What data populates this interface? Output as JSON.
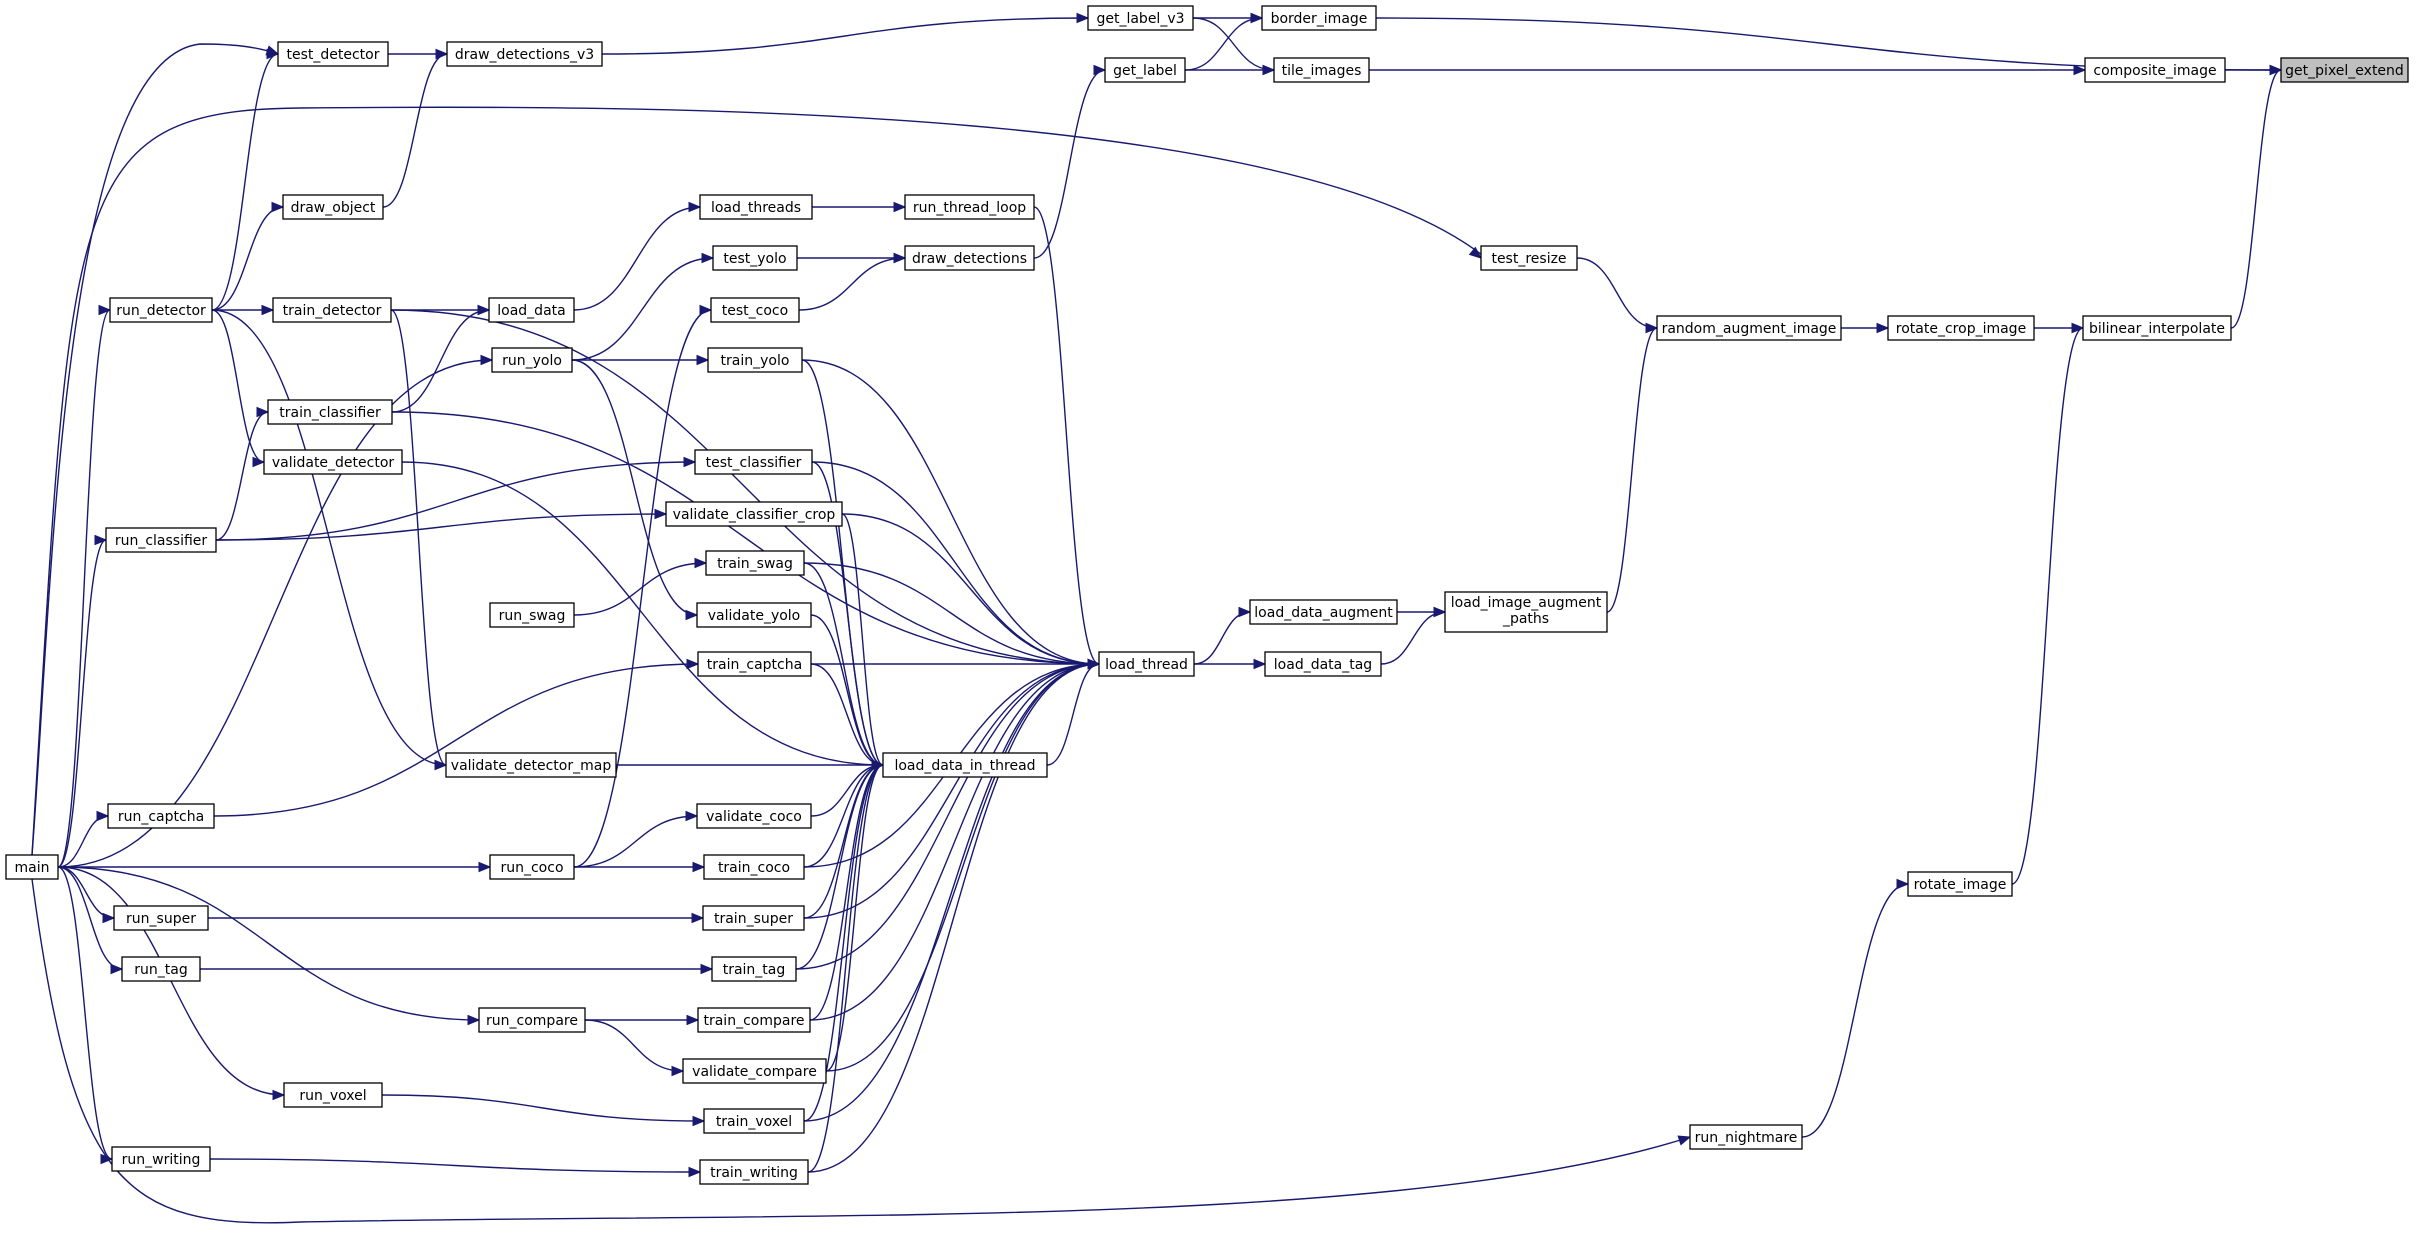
{
  "diagram": {
    "highlight": "get_pixel_extend",
    "colors": {
      "edge": "#191970",
      "node_border": "#000000",
      "node_fill": "#ffffff",
      "highlight_fill": "#bfbfbf"
    },
    "nodes": [
      {
        "id": "get_pixel_extend",
        "label": "get_pixel_extend"
      },
      {
        "id": "border_image",
        "label": "border_image"
      },
      {
        "id": "composite_image",
        "label": "composite_image"
      },
      {
        "id": "bilinear_interpolate",
        "label": "bilinear_interpolate"
      },
      {
        "id": "get_label_v3",
        "label": "get_label_v3"
      },
      {
        "id": "tile_images",
        "label": "tile_images"
      },
      {
        "id": "get_label",
        "label": "get_label"
      },
      {
        "id": "rotate_crop_image",
        "label": "rotate_crop_image"
      },
      {
        "id": "rotate_image",
        "label": "rotate_image"
      },
      {
        "id": "run_nightmare",
        "label": "run_nightmare"
      },
      {
        "id": "random_augment_image",
        "label": "random_augment_image"
      },
      {
        "id": "test_resize",
        "label": "test_resize"
      },
      {
        "id": "load_image_augment_paths",
        "label": "load_image_augment\n_paths"
      },
      {
        "id": "load_data_augment",
        "label": "load_data_augment"
      },
      {
        "id": "load_data_tag",
        "label": "load_data_tag"
      },
      {
        "id": "load_thread",
        "label": "load_thread"
      },
      {
        "id": "load_data_in_thread",
        "label": "load_data_in_thread"
      },
      {
        "id": "draw_detections_v3",
        "label": "draw_detections_v3"
      },
      {
        "id": "test_detector",
        "label": "test_detector"
      },
      {
        "id": "draw_object",
        "label": "draw_object"
      },
      {
        "id": "run_detector",
        "label": "run_detector"
      },
      {
        "id": "main",
        "label": "main"
      },
      {
        "id": "draw_detections",
        "label": "draw_detections"
      },
      {
        "id": "run_thread_loop",
        "label": "run_thread_loop"
      },
      {
        "id": "load_threads",
        "label": "load_threads"
      },
      {
        "id": "load_data",
        "label": "load_data"
      },
      {
        "id": "train_detector",
        "label": "train_detector"
      },
      {
        "id": "train_classifier",
        "label": "train_classifier"
      },
      {
        "id": "run_classifier",
        "label": "run_classifier"
      },
      {
        "id": "test_yolo",
        "label": "test_yolo"
      },
      {
        "id": "test_coco",
        "label": "test_coco"
      },
      {
        "id": "run_yolo",
        "label": "run_yolo"
      },
      {
        "id": "run_coco",
        "label": "run_coco"
      },
      {
        "id": "train_yolo",
        "label": "train_yolo"
      },
      {
        "id": "validate_detector",
        "label": "validate_detector"
      },
      {
        "id": "test_classifier",
        "label": "test_classifier"
      },
      {
        "id": "validate_classifier_crop",
        "label": "validate_classifier_crop"
      },
      {
        "id": "train_swag",
        "label": "train_swag"
      },
      {
        "id": "run_swag",
        "label": "run_swag"
      },
      {
        "id": "validate_yolo",
        "label": "validate_yolo"
      },
      {
        "id": "train_captcha",
        "label": "train_captcha"
      },
      {
        "id": "run_captcha",
        "label": "run_captcha"
      },
      {
        "id": "validate_detector_map",
        "label": "validate_detector_map"
      },
      {
        "id": "validate_coco",
        "label": "validate_coco"
      },
      {
        "id": "train_coco",
        "label": "train_coco"
      },
      {
        "id": "train_super",
        "label": "train_super"
      },
      {
        "id": "run_super",
        "label": "run_super"
      },
      {
        "id": "train_tag",
        "label": "train_tag"
      },
      {
        "id": "run_tag",
        "label": "run_tag"
      },
      {
        "id": "train_compare",
        "label": "train_compare"
      },
      {
        "id": "run_compare",
        "label": "run_compare"
      },
      {
        "id": "validate_compare",
        "label": "validate_compare"
      },
      {
        "id": "train_voxel",
        "label": "train_voxel"
      },
      {
        "id": "run_voxel",
        "label": "run_voxel"
      },
      {
        "id": "train_writing",
        "label": "train_writing"
      },
      {
        "id": "run_writing",
        "label": "run_writing"
      }
    ],
    "edges": [
      {
        "from": "border_image",
        "to": "get_pixel_extend"
      },
      {
        "from": "composite_image",
        "to": "get_pixel_extend"
      },
      {
        "from": "bilinear_interpolate",
        "to": "get_pixel_extend"
      },
      {
        "from": "tile_images",
        "to": "composite_image"
      },
      {
        "from": "get_label_v3",
        "to": "border_image"
      },
      {
        "from": "get_label",
        "to": "border_image"
      },
      {
        "from": "get_label_v3",
        "to": "tile_images"
      },
      {
        "from": "get_label",
        "to": "tile_images"
      },
      {
        "from": "rotate_crop_image",
        "to": "bilinear_interpolate"
      },
      {
        "from": "rotate_image",
        "to": "bilinear_interpolate"
      },
      {
        "from": "run_nightmare",
        "to": "rotate_image"
      },
      {
        "from": "random_augment_image",
        "to": "rotate_crop_image"
      },
      {
        "from": "test_resize",
        "to": "random_augment_image"
      },
      {
        "from": "load_image_augment_paths",
        "to": "random_augment_image"
      },
      {
        "from": "load_data_augment",
        "to": "load_image_augment_paths"
      },
      {
        "from": "load_data_tag",
        "to": "load_image_augment_paths"
      },
      {
        "from": "load_thread",
        "to": "load_data_augment"
      },
      {
        "from": "load_thread",
        "to": "load_data_tag"
      },
      {
        "from": "load_data_in_thread",
        "to": "load_thread"
      },
      {
        "from": "draw_detections_v3",
        "to": "get_label_v3"
      },
      {
        "from": "test_detector",
        "to": "draw_detections_v3"
      },
      {
        "from": "draw_object",
        "to": "draw_detections_v3"
      },
      {
        "from": "run_detector",
        "to": "test_detector"
      },
      {
        "from": "main",
        "to": "test_detector"
      },
      {
        "from": "run_detector",
        "to": "draw_object"
      },
      {
        "from": "main",
        "to": "run_detector"
      },
      {
        "from": "draw_detections",
        "to": "get_label"
      },
      {
        "from": "test_yolo",
        "to": "draw_detections"
      },
      {
        "from": "test_coco",
        "to": "draw_detections"
      },
      {
        "from": "load_threads",
        "to": "run_thread_loop"
      },
      {
        "from": "load_data",
        "to": "load_threads"
      },
      {
        "from": "train_detector",
        "to": "load_data"
      },
      {
        "from": "train_classifier",
        "to": "load_data"
      },
      {
        "from": "run_detector",
        "to": "train_detector"
      },
      {
        "from": "run_classifier",
        "to": "train_classifier"
      },
      {
        "from": "main",
        "to": "run_classifier"
      },
      {
        "from": "run_yolo",
        "to": "test_yolo"
      },
      {
        "from": "run_coco",
        "to": "test_coco"
      },
      {
        "from": "run_yolo",
        "to": "train_yolo"
      },
      {
        "from": "main",
        "to": "run_yolo"
      },
      {
        "from": "run_detector",
        "to": "validate_detector"
      },
      {
        "from": "run_classifier",
        "to": "test_classifier"
      },
      {
        "from": "run_classifier",
        "to": "validate_classifier_crop"
      },
      {
        "from": "run_swag",
        "to": "train_swag"
      },
      {
        "from": "run_yolo",
        "to": "validate_yolo"
      },
      {
        "from": "run_captcha",
        "to": "train_captcha"
      },
      {
        "from": "main",
        "to": "run_captcha"
      },
      {
        "from": "run_detector",
        "to": "validate_detector_map"
      },
      {
        "from": "train_detector",
        "to": "validate_detector_map"
      },
      {
        "from": "run_coco",
        "to": "validate_coco"
      },
      {
        "from": "run_coco",
        "to": "train_coco"
      },
      {
        "from": "main",
        "to": "run_coco"
      },
      {
        "from": "run_super",
        "to": "train_super"
      },
      {
        "from": "main",
        "to": "run_super"
      },
      {
        "from": "run_tag",
        "to": "train_tag"
      },
      {
        "from": "main",
        "to": "run_tag"
      },
      {
        "from": "run_compare",
        "to": "train_compare"
      },
      {
        "from": "run_compare",
        "to": "validate_compare"
      },
      {
        "from": "main",
        "to": "run_compare"
      },
      {
        "from": "run_voxel",
        "to": "train_voxel"
      },
      {
        "from": "main",
        "to": "run_voxel"
      },
      {
        "from": "run_writing",
        "to": "train_writing"
      },
      {
        "from": "main",
        "to": "run_writing"
      },
      {
        "from": "main",
        "to": "test_resize"
      },
      {
        "from": "main",
        "to": "run_nightmare"
      },
      {
        "from": "train_detector",
        "to": "load_thread"
      },
      {
        "from": "run_thread_loop",
        "to": "load_thread"
      },
      {
        "from": "train_classifier",
        "to": "load_thread"
      },
      {
        "from": "train_yolo",
        "to": "load_thread"
      },
      {
        "from": "test_classifier",
        "to": "load_thread"
      },
      {
        "from": "validate_classifier_crop",
        "to": "load_thread"
      },
      {
        "from": "train_swag",
        "to": "load_thread"
      },
      {
        "from": "train_captcha",
        "to": "load_thread"
      },
      {
        "from": "train_coco",
        "to": "load_thread"
      },
      {
        "from": "train_super",
        "to": "load_thread"
      },
      {
        "from": "train_tag",
        "to": "load_thread"
      },
      {
        "from": "train_compare",
        "to": "load_thread"
      },
      {
        "from": "validate_compare",
        "to": "load_thread"
      },
      {
        "from": "train_voxel",
        "to": "load_thread"
      },
      {
        "from": "train_writing",
        "to": "load_thread"
      },
      {
        "from": "validate_detector",
        "to": "load_data_in_thread"
      },
      {
        "from": "train_yolo",
        "to": "load_data_in_thread"
      },
      {
        "from": "test_classifier",
        "to": "load_data_in_thread"
      },
      {
        "from": "validate_classifier_crop",
        "to": "load_data_in_thread"
      },
      {
        "from": "train_swag",
        "to": "load_data_in_thread"
      },
      {
        "from": "validate_yolo",
        "to": "load_data_in_thread"
      },
      {
        "from": "train_captcha",
        "to": "load_data_in_thread"
      },
      {
        "from": "validate_detector_map",
        "to": "load_data_in_thread"
      },
      {
        "from": "validate_coco",
        "to": "load_data_in_thread"
      },
      {
        "from": "train_coco",
        "to": "load_data_in_thread"
      },
      {
        "from": "train_super",
        "to": "load_data_in_thread"
      },
      {
        "from": "train_tag",
        "to": "load_data_in_thread"
      },
      {
        "from": "train_compare",
        "to": "load_data_in_thread"
      },
      {
        "from": "validate_compare",
        "to": "load_data_in_thread"
      },
      {
        "from": "train_voxel",
        "to": "load_data_in_thread"
      },
      {
        "from": "train_writing",
        "to": "load_data_in_thread"
      }
    ]
  }
}
